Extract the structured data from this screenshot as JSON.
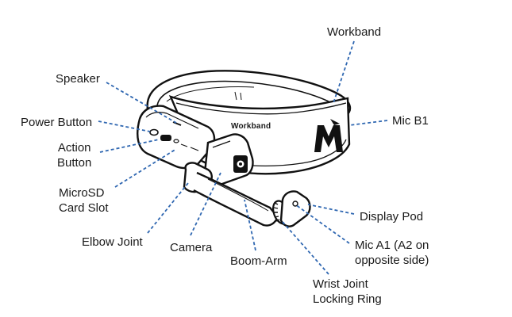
{
  "diagram": {
    "labels": {
      "workband": "Workband",
      "speaker": "Speaker",
      "power_button": "Power Button",
      "action_button": [
        "Action",
        "Button"
      ],
      "microsd": [
        "MicroSD",
        "Card Slot"
      ],
      "elbow_joint": "Elbow Joint",
      "camera": "Camera",
      "boom_arm": "Boom-Arm",
      "wrist_joint": [
        "Wrist Joint",
        "Locking Ring"
      ],
      "mic_a1": [
        "Mic A1 (A2 on",
        "opposite side)"
      ],
      "display_pod": "Display Pod",
      "mic_b1": "Mic B1"
    },
    "band_print": "Workband",
    "leader_color": "#2f67b1",
    "outline_color": "#111111"
  }
}
